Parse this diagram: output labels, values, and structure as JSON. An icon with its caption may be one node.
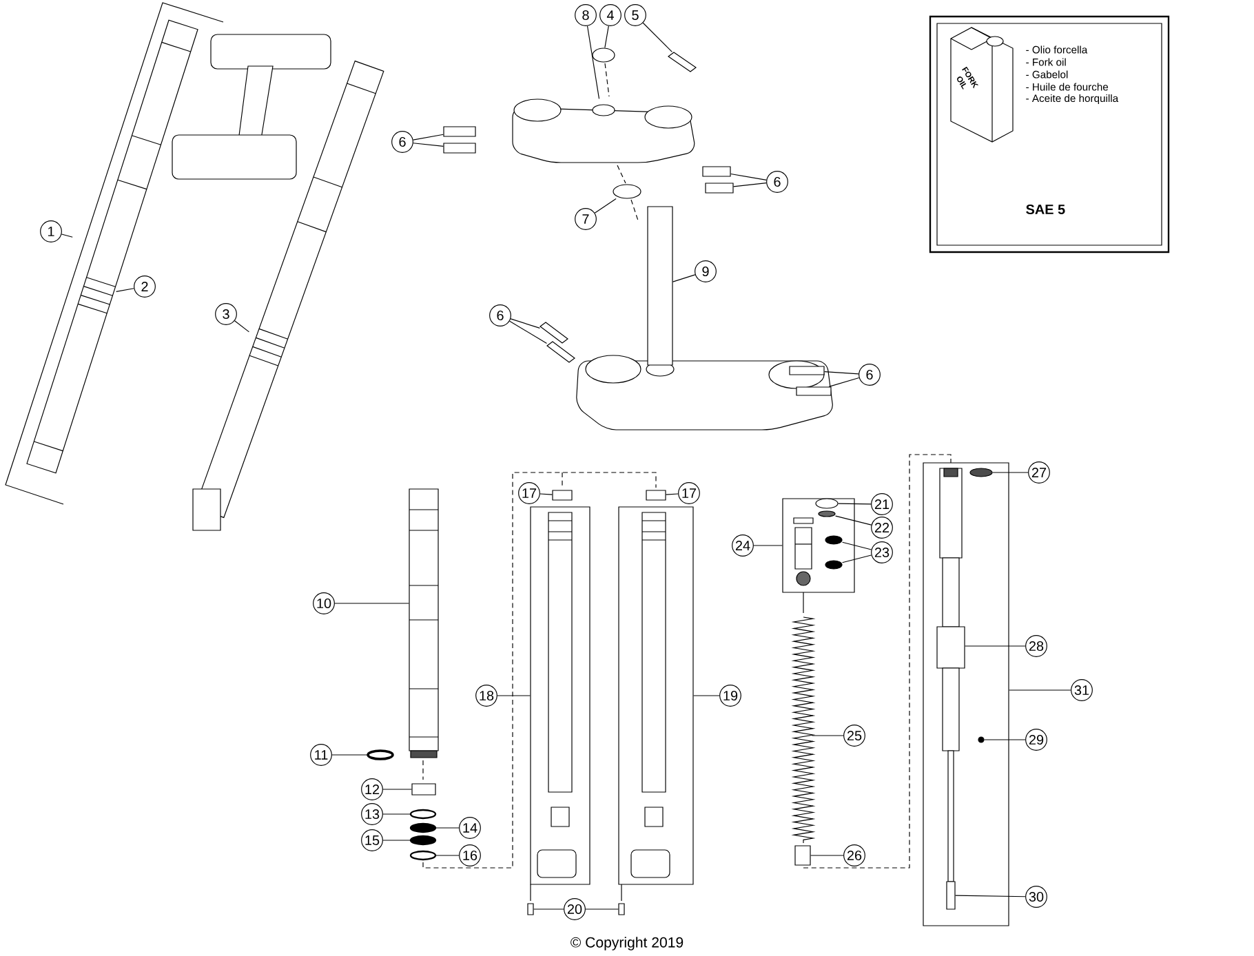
{
  "diagram": {
    "caption": "© Copyright 2019",
    "nodes": [
      {
        "text": [
          "8"
        ]
      },
      {
        "text": [
          "4"
        ]
      },
      {
        "text": [
          "5"
        ]
      },
      {
        "text": [
          "FORK OIL",
          "- Olio forcella",
          "- Fork oil",
          "- Gabelol",
          "- Huile de fourche",
          "- Aceite de horquilla",
          "SAE 5"
        ]
      },
      {
        "text": [
          "6"
        ]
      },
      {
        "text": [
          "6"
        ]
      },
      {
        "text": [
          "7"
        ]
      },
      {
        "text": [
          "1"
        ]
      },
      {
        "text": [
          "2"
        ]
      },
      {
        "text": [
          "9"
        ]
      },
      {
        "text": [
          "3"
        ]
      },
      {
        "text": [
          "6"
        ]
      },
      {
        "text": [
          "6"
        ]
      },
      {
        "text": [
          "27"
        ]
      },
      {
        "text": [
          "17"
        ]
      },
      {
        "text": [
          "17"
        ]
      },
      {
        "text": [
          "21"
        ]
      },
      {
        "text": [
          "22"
        ]
      },
      {
        "text": [
          "24"
        ]
      },
      {
        "text": [
          "23"
        ]
      },
      {
        "text": [
          "10"
        ]
      },
      {
        "text": [
          "28"
        ]
      },
      {
        "text": [
          "18"
        ]
      },
      {
        "text": [
          "19"
        ]
      },
      {
        "text": [
          "31"
        ]
      },
      {
        "text": [
          "25"
        ]
      },
      {
        "text": [
          "29"
        ]
      },
      {
        "text": [
          "11"
        ]
      },
      {
        "text": [
          "12"
        ]
      },
      {
        "text": [
          "13"
        ]
      },
      {
        "text": [
          "14"
        ]
      },
      {
        "text": [
          "15"
        ]
      },
      {
        "text": [
          "16"
        ]
      },
      {
        "text": [
          "26"
        ]
      },
      {
        "text": [
          "30"
        ]
      },
      {
        "text": [
          "20"
        ]
      },
      {
        "text": [],
        "shape": "picture"
      },
      {
        "text": [],
        "shape": "circle"
      },
      {
        "text": [],
        "shape": "bar"
      },
      {
        "text": [],
        "shape": "box"
      },
      {
        "text": [],
        "shape": "box"
      },
      {
        "text": [],
        "shape": "box"
      },
      {
        "text": [],
        "shape": "box"
      },
      {
        "text": [],
        "shape": "circle"
      },
      {
        "text": [],
        "shape": "picture"
      },
      {
        "text": [],
        "shape": "picture"
      },
      {
        "text": [],
        "shape": "box"
      },
      {
        "text": [],
        "shape": "bar"
      },
      {
        "text": [],
        "shape": "bar"
      },
      {
        "text": [],
        "shape": "box"
      },
      {
        "text": [],
        "shape": "box"
      },
      {
        "text": [],
        "shape": "box"
      },
      {
        "text": [],
        "shape": "box"
      },
      {
        "text": [],
        "shape": "box"
      },
      {
        "text": [],
        "shape": "circle",
        "in": 53
      },
      {
        "text": [],
        "shape": "circle",
        "in": 53
      },
      {
        "text": [],
        "shape": "circle",
        "in": 53
      },
      {
        "text": [],
        "shape": "circle",
        "in": 53
      },
      {
        "text": [],
        "shape": "picture"
      },
      {
        "text": [],
        "shape": "box"
      },
      {
        "text": [],
        "shape": "circle",
        "in": 59
      },
      {
        "text": [],
        "shape": "picture",
        "in": 59
      },
      {
        "text": [],
        "shape": "circle",
        "in": 59
      },
      {
        "text": [],
        "shape": "box"
      },
      {
        "text": [],
        "shape": "box"
      },
      {
        "text": [],
        "shape": "picture"
      },
      {
        "text": [],
        "shape": "circle"
      },
      {
        "text": [],
        "shape": "box"
      },
      {
        "text": [],
        "shape": "circle"
      },
      {
        "text": [],
        "shape": "circle"
      },
      {
        "text": [],
        "shape": "circle"
      },
      {
        "text": [],
        "shape": "circle"
      },
      {
        "text": [],
        "shape": "box"
      },
      {
        "text": [],
        "shape": "box"
      },
      {
        "text": [],
        "shape": "box"
      },
      {
        "text": [],
        "shape": "box",
        "in": 59
      }
    ],
    "edges": [
      {
        "from": 0,
        "to": 36,
        "arrow": "none"
      },
      {
        "from": 1,
        "to": 37,
        "arrow": "none"
      },
      {
        "from": 2,
        "to": 38,
        "arrow": "none"
      },
      {
        "from": 4,
        "to": 39,
        "arrow": "none"
      },
      {
        "from": 4,
        "to": 40,
        "arrow": "none"
      },
      {
        "from": 5,
        "to": 41,
        "arrow": "none"
      },
      {
        "from": 5,
        "to": 42,
        "arrow": "none"
      },
      {
        "from": 6,
        "to": 43,
        "arrow": "none"
      },
      {
        "from": 7,
        "to": null,
        "arrow": "none"
      },
      {
        "from": 8,
        "to": 44,
        "arrow": "none"
      },
      {
        "from": 9,
        "to": 46,
        "arrow": "none"
      },
      {
        "from": 10,
        "to": 45,
        "arrow": "none"
      },
      {
        "from": 11,
        "to": 47,
        "arrow": "none"
      },
      {
        "from": 11,
        "to": 48,
        "arrow": "none"
      },
      {
        "from": 12,
        "to": 49,
        "arrow": "none"
      },
      {
        "from": 12,
        "to": 50,
        "arrow": "none"
      },
      {
        "from": 13,
        "to": 60,
        "arrow": "none"
      },
      {
        "from": 14,
        "to": 51,
        "arrow": "none"
      },
      {
        "from": 15,
        "to": 52,
        "arrow": "none"
      },
      {
        "from": 16,
        "to": 54,
        "arrow": "none"
      },
      {
        "from": 17,
        "to": 55,
        "arrow": "none"
      },
      {
        "from": 18,
        "to": 53,
        "arrow": "none"
      },
      {
        "from": 19,
        "to": 56,
        "arrow": "none"
      },
      {
        "from": 19,
        "to": 57,
        "arrow": "none"
      },
      {
        "from": 20,
        "to": 58,
        "arrow": "none"
      },
      {
        "from": 21,
        "to": 61,
        "arrow": "none"
      },
      {
        "from": 22,
        "to": 63,
        "arrow": "none"
      },
      {
        "from": 23,
        "to": 64,
        "arrow": "none"
      },
      {
        "from": 24,
        "to": 59,
        "arrow": "none"
      },
      {
        "from": 25,
        "to": 65,
        "arrow": "none"
      },
      {
        "from": 26,
        "to": 62,
        "arrow": "none"
      },
      {
        "from": 27,
        "to": 66,
        "arrow": "none"
      },
      {
        "from": 28,
        "to": 67,
        "arrow": "none"
      },
      {
        "from": 29,
        "to": 68,
        "arrow": "none"
      },
      {
        "from": 30,
        "to": 69,
        "arrow": "none"
      },
      {
        "from": 31,
        "to": 70,
        "arrow": "none"
      },
      {
        "from": 32,
        "to": 71,
        "arrow": "none"
      },
      {
        "from": 33,
        "to": 72,
        "arrow": "none"
      },
      {
        "from": 34,
        "to": 75,
        "arrow": "none"
      },
      {
        "from": 35,
        "to": 73,
        "arrow": "none"
      },
      {
        "from": 35,
        "to": 74,
        "arrow": "none"
      }
    ]
  }
}
